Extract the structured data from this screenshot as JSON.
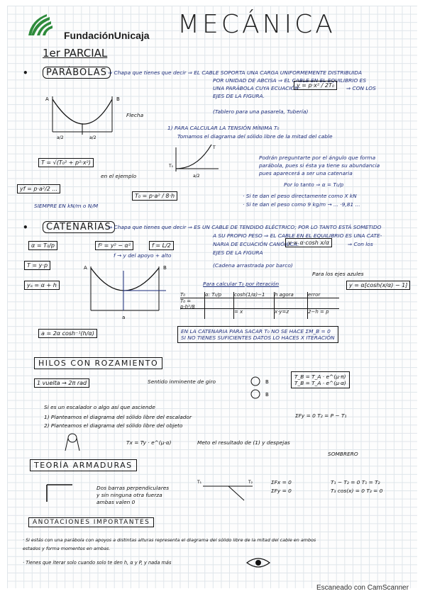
{
  "header": {
    "logo_text": "FundaciónUnicaja",
    "title": "MECÁNICA",
    "parcial": "1er PARCIAL"
  },
  "parabolas": {
    "label": "PARÁBOLAS",
    "lines": [
      "⇒ Chapa que tienes que decir ⇒ EL CABLE SOPORTA UNA CARGA UNIFORMEMENTE DISTRIBUIDA",
      "POR UNIDAD DE ABCISA ⇒ EL CABLE EN EL EQUILIBRIO ES",
      "UNA PARÁBOLA CUYA ECUACIÓN:",
      "⇒ CON LOS",
      "EJES DE LA FIGURA."
    ],
    "eq_main": "y = p·x² / 2T₀",
    "flecha": "Flecha",
    "note": "(Tablero para una pasarela, Tubería)",
    "calc_title": "1) PARA CALCULAR LA TENSIÓN MÍNIMA T₀",
    "calc_sub": "Tomamos el diagrama del sólido libre de la mitad del cable",
    "tension_eq": "T = √(T₀² + p²·x²)",
    "ejemplo": "en el ejemplo",
    "yf_eq": "yf = p·a²/2 ...",
    "t0_eq": "T₀ = p·a² / 8·h",
    "siempre": "SIEMPRE EN kN/m o N/M",
    "pregunta": [
      "Podrán preguntarte por el ángulo que forma",
      "parábola, pues si ésta ya tiene su abundancia",
      "pues aparecerá a ser una catenaria",
      "Por lo tanto ⇒ α = T₀/p"
    ],
    "si_lines": [
      "· Si te dan el peso directamente como X kN",
      "· Si te dan el peso como 9 kg/m → ... ·9,81 ..."
    ]
  },
  "catenarias": {
    "label": "CATENARIAS",
    "lines": [
      "⇒ Chapa que tienes que decir ⇒ ES UN CABLE DE TENDIDO ELÉCTRICO; POR LO TANTO ESTÁ SOMETIDO",
      "A SU PROPIO PESO ⇒ EL CABLE EN EL EQUILIBRIO ES UNA CATE-",
      "NARIA DE ECUACIÓN CANÓNICA:",
      "⇒ Con los",
      "EJES DE LA FIGURA"
    ],
    "eq_main": "y = α·cosh x/α",
    "alpha_eq": "α = T₀/p",
    "f2_eq": "f² = y² − α²",
    "f_eq": "f = L/2",
    "f_note": "f → y del apoyo + alto",
    "t_eq": "T = y·p",
    "ya_eq": "yₐ = α + h",
    "cadena": "(Cadena arrastrada por barco)",
    "para_ejes": "Para los ejes azules",
    "y_eq": "y = α[cosh(x/α) − 1]",
    "calc_title": "Para calcular T₀ por iteración",
    "table": {
      "headers": [
        "T₀",
        "α: T₀/p",
        "cosh(1/α)−1",
        "h agora",
        "error"
      ],
      "row1": [
        "T₀ = p·h²/8",
        "",
        "",
        "",
        ""
      ],
      "row2": [
        "",
        "",
        "= x",
        "x·y=z",
        "2−h = p"
      ]
    },
    "a_eq": "a = 2α cosh⁻¹(h/α)",
    "warn1": "EN LA CATENARIA PARA SACAR T₀ NO SE HACE ΣM_B = 0",
    "warn2": "SI NO TIENES SUFICIENTES DATOS LO HACES X ITERACIÓN"
  },
  "hilos": {
    "label": "HILOS CON ROZAMIENTO",
    "vuelta": "1 vuelta → 2π rad",
    "sentido": "Sentido inminente de giro",
    "tb_eq": "T_B = T_A · e^(μ·π)",
    "tb2_eq": "T_B = T_A · e^(μ·α)",
    "escalador": "Si es un escalador o algo así que asciende",
    "steps": [
      "1) Planteamos el diagrama del sólido libre del escalador",
      "2) Planteamos el diagrama del sólido libre del objeto"
    ],
    "fy_eq": "ΣFy = 0    T₂ = P − T₁",
    "tx_eq": "Tx = Ty · e^(μ·α)",
    "meto": "Meto el resultado de (1) y despejas",
    "sombra": "SOMBRERO"
  },
  "armaduras": {
    "label": "TEORÍA ARMADURAS",
    "note": [
      "Dos barras perpendiculares",
      "y sin ninguna otra fuerza",
      "ambas valen 0"
    ],
    "fx_eq": "ΣFx = 0",
    "fy_eq": "ΣFy = 0",
    "r1": "T₁ − T₂ = 0   T₁ = T₂",
    "r2": "T₃ cos(x) = 0   T₃ = 0"
  },
  "anotaciones": {
    "label": "ANOTACIONES IMPORTANTES",
    "lines": [
      "· Si estás con una parábola con apoyos a distintas alturas representa el diagrama del sólido libre de la mitad del cable en ambos",
      "  estados y forma momentos en ambas.",
      "· Tienes que iterar solo cuando solo te den h, α y P, y nada más"
    ]
  },
  "footer": "Escaneado con CamScanner"
}
